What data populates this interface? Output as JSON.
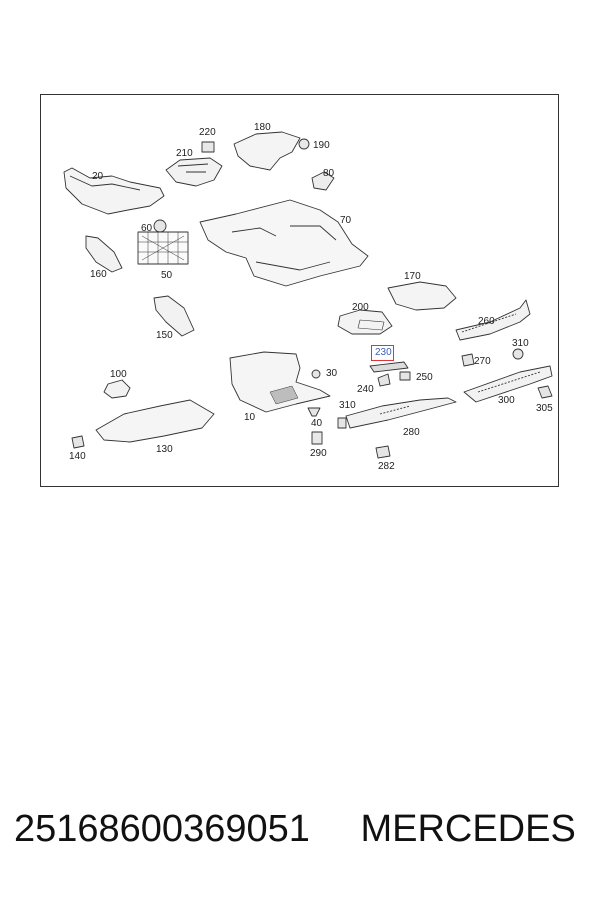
{
  "diagram": {
    "labels": {
      "p10": "10",
      "p20": "20",
      "p30": "30",
      "p40": "40",
      "p50": "50",
      "p60": "60",
      "p70": "70",
      "p80": "80",
      "p100": "100",
      "p130": "130",
      "p140": "140",
      "p150": "150",
      "p160": "160",
      "p170": "170",
      "p180": "180",
      "p190": "190",
      "p200": "200",
      "p210": "210",
      "p220": "220",
      "p230": "230",
      "p240": "240",
      "p250": "250",
      "p260": "260",
      "p270": "270",
      "p280": "280",
      "p282": "282",
      "p290": "290",
      "p300": "300",
      "p305": "305",
      "p310a": "310",
      "p310b": "310"
    },
    "highlighted_part": "230",
    "colors": {
      "highlight_border": "#e0323b",
      "highlight_text": "#3a5fb8",
      "line": "#333333"
    }
  },
  "caption": {
    "part_number": "25168600369051",
    "brand": "MERCEDES"
  }
}
